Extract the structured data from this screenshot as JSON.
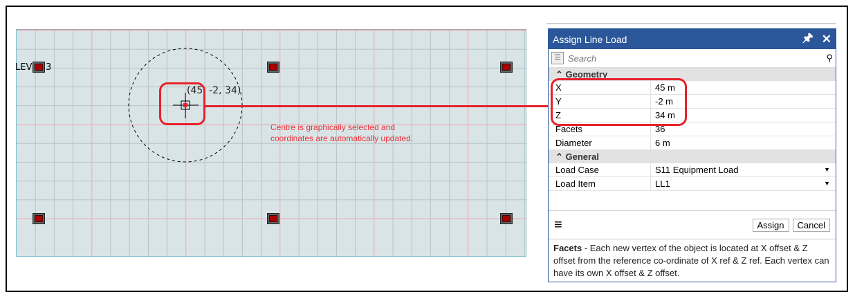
{
  "canvas": {
    "level_label": "LEVEL 3",
    "coordinate_label": "(45, -2, 34)",
    "annotation_line1": "Centre is graphically selected and",
    "annotation_line2": "coordinates are automatically updated."
  },
  "panel": {
    "title": "Assign Line Load",
    "search_placeholder": "Search",
    "geometry_header": "Geometry",
    "geometry": [
      {
        "label": "X",
        "value": "45 m"
      },
      {
        "label": "Y",
        "value": "-2 m"
      },
      {
        "label": "Z",
        "value": "34 m"
      },
      {
        "label": "Facets",
        "value": "36"
      },
      {
        "label": "Diameter",
        "value": "6 m"
      }
    ],
    "general_header": "General",
    "general": [
      {
        "label": "Load Case",
        "value": "S11 Equipment Load"
      },
      {
        "label": "Load Item",
        "value": "LL1"
      }
    ],
    "assign_label": "Assign",
    "cancel_label": "Cancel",
    "desc_term": "Facets",
    "desc_text": " -  Each new vertex of the object is located at X  offset & Z offset from the reference co-ordinate  of X ref & Z ref. Each vertex can have its own X  offset & Z offset."
  },
  "colors": {
    "accent": "#2b579a",
    "highlight": "#e8202a"
  }
}
